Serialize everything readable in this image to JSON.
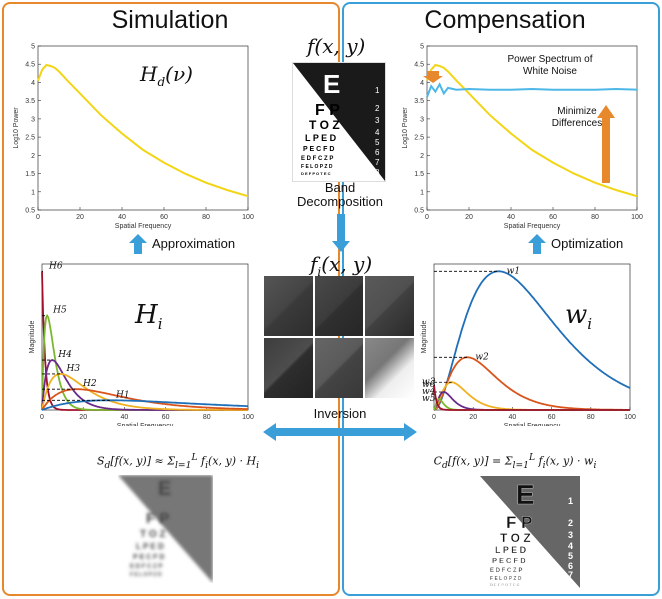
{
  "panels": {
    "left_title": "Simulation",
    "right_title": "Compensation"
  },
  "center": {
    "f_label": "f(x, y)",
    "band_label_1": "Band",
    "band_label_2": "Decomposition",
    "fi_label": "f",
    "fi_sub": "i",
    "fi_tail": "(x, y)",
    "inversion_label": "Inversion"
  },
  "eye_chart": {
    "rows": [
      "E",
      "F P",
      "T O Z",
      "L P E D",
      "P E C F D",
      "E D F C Z P",
      "F E L O P Z D",
      "D E F P O T E C"
    ],
    "numbers": [
      "1",
      "2",
      "3",
      "4",
      "5",
      "6",
      "7",
      "8"
    ]
  },
  "left": {
    "hd_label": "H_d(ν)",
    "approx_label": "Approximation",
    "hi_label": "H",
    "hi_sub": "i",
    "sim_formula": "S_d[f(x, y)] ≈ Σ_{l=1}^{L} f_i(x, y) · H_i"
  },
  "right": {
    "power_label_1": "Power Spectrum of",
    "power_label_2": "White Noise",
    "minimize_1": "Minimize",
    "minimize_2": "Differences",
    "optimization_label": "Optimization",
    "wi_label": "w",
    "wi_sub": "i",
    "comp_formula": "C_d[f(x, y)] = Σ_{l=1}^{L} f_i(x, y) · w_i"
  },
  "chart_data": [
    {
      "type": "line",
      "id": "hd-spectrum",
      "xlabel": "Spatial Frequency",
      "ylabel": "Log10 Power",
      "xlim": [
        0,
        100
      ],
      "ylim": [
        0.5,
        5
      ],
      "xticks": [
        "0",
        "20",
        "40",
        "60",
        "80",
        "100"
      ],
      "yticks": [
        "0.5",
        "1",
        "1.5",
        "2",
        "2.5",
        "3",
        "3.5",
        "4",
        "4.5",
        "5"
      ],
      "series": [
        {
          "color": "#f2d515",
          "x": [
            0,
            2,
            4,
            6,
            8,
            10,
            14,
            20,
            30,
            40,
            50,
            60,
            70,
            80,
            90,
            100
          ],
          "y": [
            4.05,
            4.35,
            4.48,
            4.45,
            4.4,
            4.3,
            4.05,
            3.7,
            3.1,
            2.6,
            2.15,
            1.8,
            1.5,
            1.25,
            1.05,
            0.88
          ]
        }
      ]
    },
    {
      "type": "line",
      "id": "compensation-spectrum",
      "xlabel": "Spatial Frequency",
      "ylabel": "Log10 Power",
      "xlim": [
        0,
        100
      ],
      "ylim": [
        0.5,
        5
      ],
      "xticks": [
        "0",
        "20",
        "40",
        "60",
        "80",
        "100"
      ],
      "yticks": [
        "0.5",
        "1",
        "1.5",
        "2",
        "2.5",
        "3",
        "3.5",
        "4",
        "4.5",
        "5"
      ],
      "series": [
        {
          "color": "#f2d515",
          "x": [
            0,
            2,
            4,
            6,
            8,
            10,
            14,
            20,
            30,
            40,
            50,
            60,
            70,
            80,
            90,
            100
          ],
          "y": [
            4.05,
            4.35,
            4.48,
            4.45,
            4.4,
            4.3,
            4.05,
            3.7,
            3.1,
            2.6,
            2.15,
            1.8,
            1.5,
            1.25,
            1.05,
            0.88
          ]
        },
        {
          "color": "#4db8e8",
          "x": [
            0,
            2,
            4,
            6,
            8,
            10,
            14,
            20,
            30,
            40,
            50,
            60,
            70,
            80,
            90,
            100
          ],
          "y": [
            3.6,
            3.9,
            3.75,
            3.95,
            3.7,
            3.85,
            3.8,
            3.82,
            3.8,
            3.8,
            3.82,
            3.8,
            3.8,
            3.8,
            3.82,
            3.8
          ]
        }
      ]
    },
    {
      "type": "line",
      "id": "hi-filters",
      "xlabel": "Spatial Frequency",
      "ylabel": "Magnitude",
      "xlim": [
        0,
        100
      ],
      "xticks": [
        "0",
        "20",
        "40",
        "60",
        "80",
        "100"
      ],
      "series": [
        {
          "name": "H6",
          "color": "#a0102a",
          "peak_x": 0.5,
          "peak": 1.0,
          "width": 1.5
        },
        {
          "name": "H5",
          "color": "#7cb82e",
          "peak_x": 2.5,
          "peak": 0.68,
          "width": 2.5
        },
        {
          "name": "H4",
          "color": "#6a2a8a",
          "peak_x": 5,
          "peak": 0.36,
          "width": 4
        },
        {
          "name": "H3",
          "color": "#f0b020",
          "peak_x": 9,
          "peak": 0.26,
          "width": 7
        },
        {
          "name": "H2",
          "color": "#d9541a",
          "peak_x": 17,
          "peak": 0.15,
          "width": 14
        },
        {
          "name": "H1",
          "color": "#1f6fb8",
          "peak_x": 33,
          "peak": 0.07,
          "width": 28
        }
      ]
    },
    {
      "type": "line",
      "id": "wi-weights",
      "xlabel": "Spatial Frequency",
      "ylabel": "Magnitude",
      "xlim": [
        0,
        100
      ],
      "xticks": [
        "0",
        "20",
        "40",
        "60",
        "80",
        "100"
      ],
      "series": [
        {
          "name": "w1",
          "color": "#1f6fb8",
          "peak_x": 33,
          "peak": 1.0
        },
        {
          "name": "w2",
          "color": "#d9541a",
          "peak_x": 17,
          "peak": 0.38
        },
        {
          "name": "w3",
          "color": "#f0b020",
          "peak_x": 9,
          "peak": 0.2
        },
        {
          "name": "w4",
          "color": "#6a2a8a",
          "peak_x": 5,
          "peak": 0.13
        },
        {
          "name": "w5",
          "color": "#7cb82e",
          "peak_x": 2.5,
          "peak": 0.08
        },
        {
          "name": "w6",
          "color": "#a0102a",
          "peak_x": 0.5,
          "peak": 0.18
        }
      ]
    }
  ]
}
